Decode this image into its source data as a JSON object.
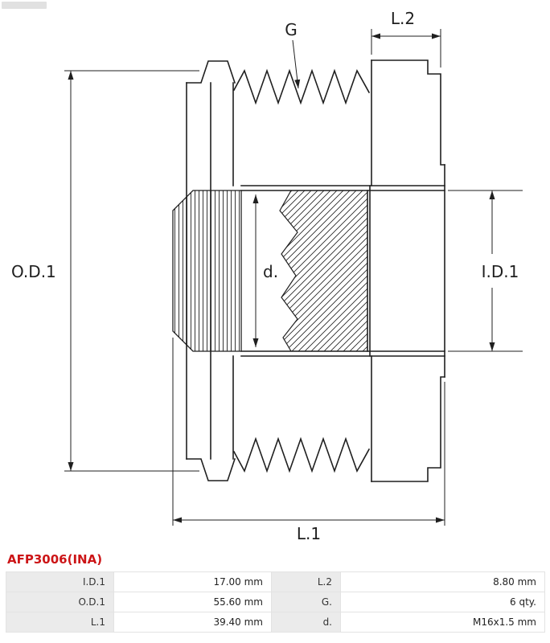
{
  "drawing": {
    "od1_label": "O.D.1",
    "id1_label": "I.D.1",
    "l1_label": "L.1",
    "l2_label": "L.2",
    "groove_label": "G",
    "thread_label": "d."
  },
  "part_number": "AFP3006(INA)",
  "specs": {
    "rows": [
      [
        "I.D.1",
        "17.00 mm",
        "L.2",
        "8.80 mm"
      ],
      [
        "O.D.1",
        "55.60 mm",
        "G.",
        "6 qty."
      ],
      [
        "L.1",
        "39.40 mm",
        "d.",
        "M16x1.5 mm"
      ]
    ]
  },
  "colors": {
    "part_number_red": "#cc1517",
    "drawing_line": "#1f1f1f",
    "table_label_bg": "#ebebeb",
    "table_border": "#e3e3e3"
  }
}
